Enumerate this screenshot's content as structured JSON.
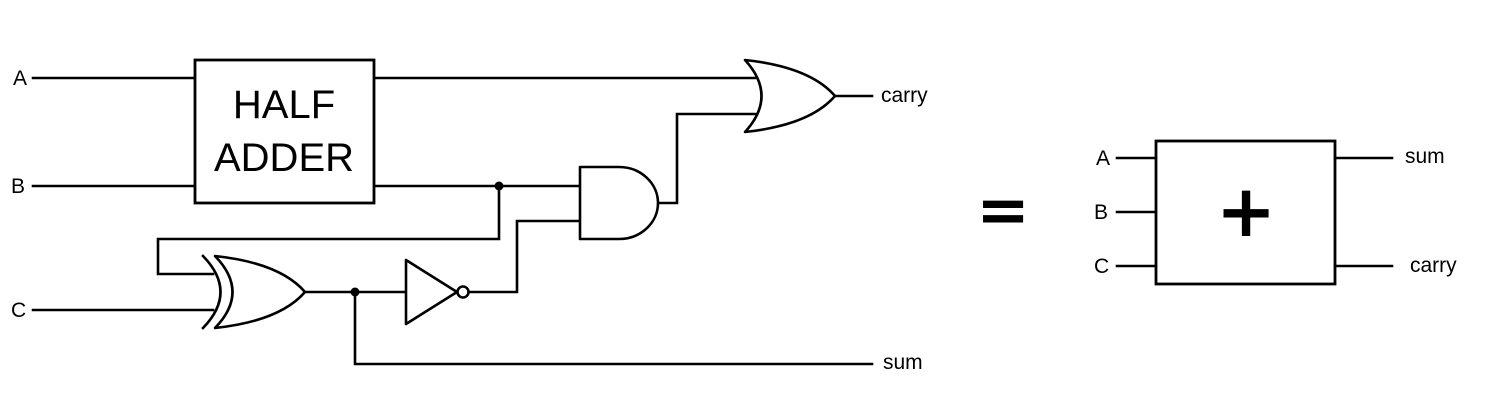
{
  "circuit": {
    "inputs": {
      "a": "A",
      "b": "B",
      "c": "C"
    },
    "half_adder": {
      "line1": "HALF",
      "line2": "ADDER"
    },
    "outputs": {
      "carry": "carry",
      "sum": "sum"
    }
  },
  "equals": "=",
  "block": {
    "symbol": "+",
    "inputs": {
      "a": "A",
      "b": "B",
      "c": "C"
    },
    "outputs": {
      "sum": "sum",
      "carry": "carry"
    }
  }
}
